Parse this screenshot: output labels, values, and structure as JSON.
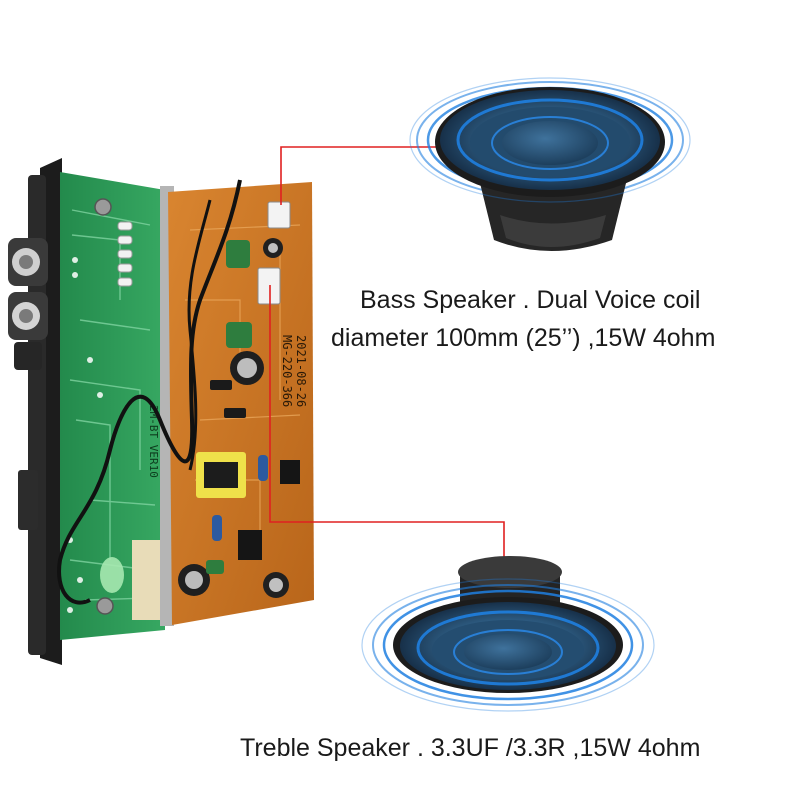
{
  "board": {
    "pcb_mark_1": "MG-220-366",
    "pcb_mark_2": "2021-08-26",
    "pcb_mark_3": "2M-BT VER10"
  },
  "captions": {
    "bass_line_1": "Bass Speaker . Dual Voice coil",
    "bass_line_2": "diameter 100mm (25’’) ,15W 4ohm",
    "treble_line": "Treble Speaker . 3.3UF /3.3R  ,15W 4ohm"
  },
  "colors": {
    "background": "#ffffff",
    "green_pcb": "#2f9a5a",
    "orange_pcb": "#c8741f",
    "cone_blue": "#2f5f86",
    "glow_blue": "#1f7fe0",
    "callout_line": "#e02020",
    "text": "#1a1a1a"
  }
}
